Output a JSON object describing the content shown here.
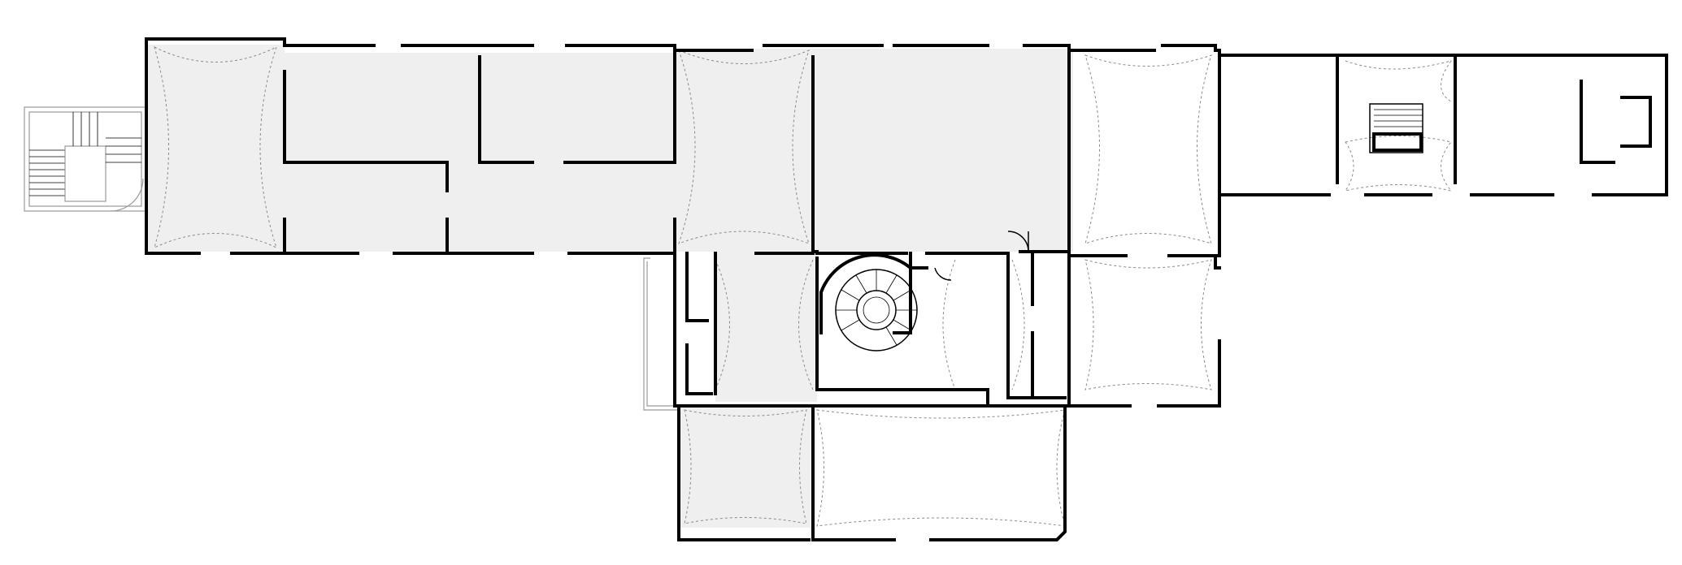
{
  "plan": {
    "kind": "floor-plan",
    "colors": {
      "background": "#ffffff",
      "wall": "#000000",
      "highlighted_area": "#efefef",
      "vault_lines": "#8a8a8a",
      "annex": "#9a9a9a"
    },
    "highlighted_rooms": [
      "west-hall",
      "west-room-a",
      "west-room-b",
      "west-room-c",
      "central-hall",
      "east-block",
      "corridor",
      "south-west-room"
    ],
    "icons": [
      "spiral-staircase-icon",
      "straight-staircase-icon",
      "door-swing-icon"
    ]
  }
}
